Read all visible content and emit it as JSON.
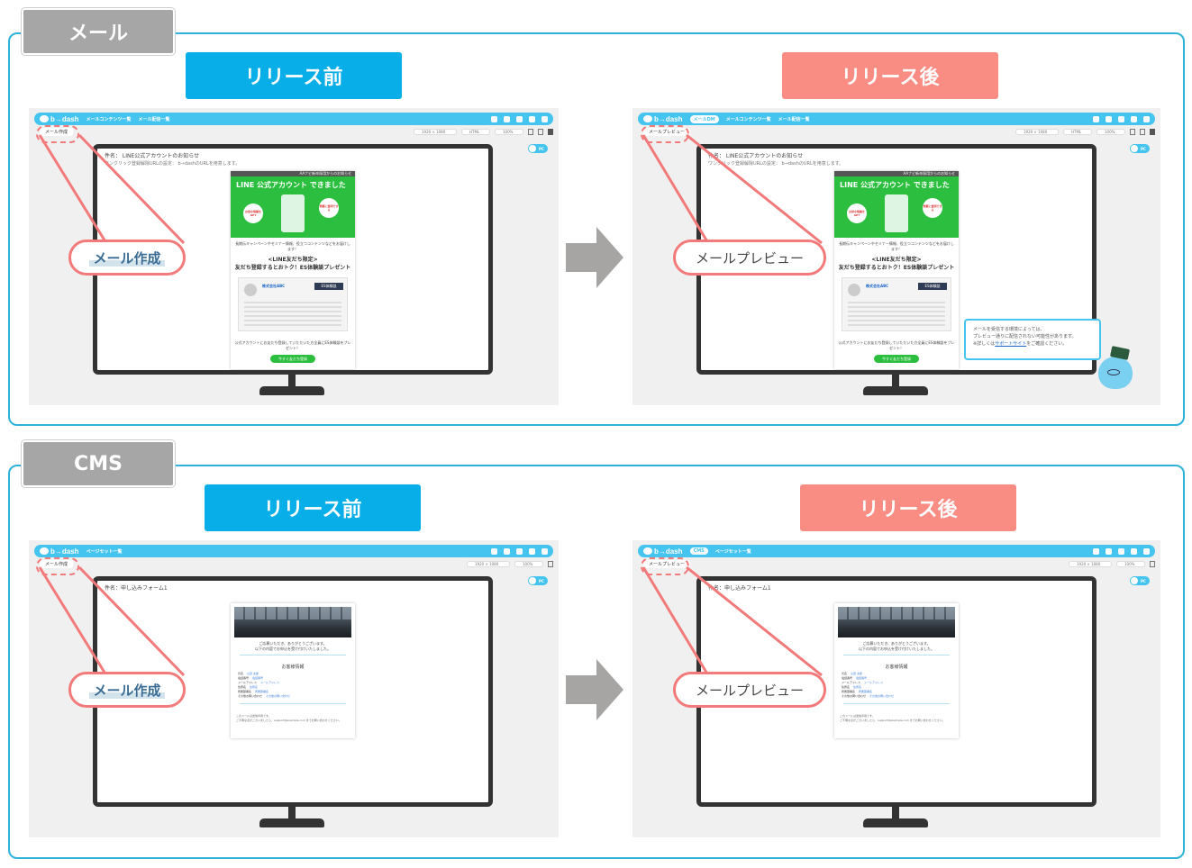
{
  "sections": {
    "mail": {
      "title": "メール"
    },
    "cms": {
      "title": "CMS"
    }
  },
  "labels": {
    "before": "リリース前",
    "after": "リリース後"
  },
  "app": {
    "logo": "b→dash",
    "mail_nav": [
      "メールコンテンツ一覧",
      "メール配信一覧"
    ],
    "mail_chip": "メールDM",
    "cms_nav": [
      "ページセット一覧"
    ],
    "cms_chip": "CMS",
    "resolution": "1920 × 1080",
    "format": "HTML",
    "zoom": "100%",
    "toggle": "PC"
  },
  "tabs": {
    "mail_create": "メール作成",
    "mail_preview": "メールプレビュー"
  },
  "callouts": {
    "mail_create": "メール作成",
    "mail_preview": "メールプレビュー"
  },
  "mail_preview": {
    "subject": "件名： LINE公式アカウントのお知らせ",
    "subline_before": "ワンクリック登録解除URLの設定： b→dashのURLを用意します。",
    "subline_after": "ワンクリック登録解除URLの設定： b→dashのURLを用意します。",
    "header_note": "AAナビ新卒採用からのお知らせ",
    "banner_title": "LINE 公式アカウント できました",
    "bubble_left": "お得な情報をGET",
    "bubble_right": "気軽に質問できる",
    "intro": "長期伝キャンペーンやセミナー情報、役立つコンテンツなどをお届けします！",
    "heading": "<LINE友だち限定>",
    "heading2": "友だち登録するとおトク！ES体験談プレゼント",
    "card_company": "株式会社ABC",
    "card_button": "ES体験談",
    "footer_text": "公式アカウントにお友だち登録していただいた方全員にES体験談をプレゼント！",
    "cta": "今すぐ友だち登録"
  },
  "tooltip": {
    "line1": "メールを受信する環境によっては、",
    "line2": "プレビュー通りに配信されない可能性があります。",
    "line3_prefix": "※詳しくは",
    "link": "サポートサイト",
    "line3_suffix": "をご確認ください。"
  },
  "cms_preview": {
    "subject": "件名：申し込みフォーム1",
    "thanks1": "ご応募いただき、ありがとうございます。",
    "thanks2": "以下の内容でお申込を受け付けいたしました。",
    "section": "お客様情報",
    "rows": [
      {
        "k": "氏名",
        "v": "山田 太郎"
      },
      {
        "k": "電話番号",
        "v": "電話番号"
      },
      {
        "k": "メールアドレス",
        "v": "メールアドレス"
      },
      {
        "k": "住所名",
        "v": "住所名"
      },
      {
        "k": "所属部署名",
        "v": "所属部署名"
      },
      {
        "k": "その他お問い合わせ",
        "v": "その他お問い合わせ"
      }
    ],
    "foot1": "このメールは送信専用です。",
    "foot2": "ご不明な点がございましたら、support@example.com までお問い合わせください。"
  }
}
